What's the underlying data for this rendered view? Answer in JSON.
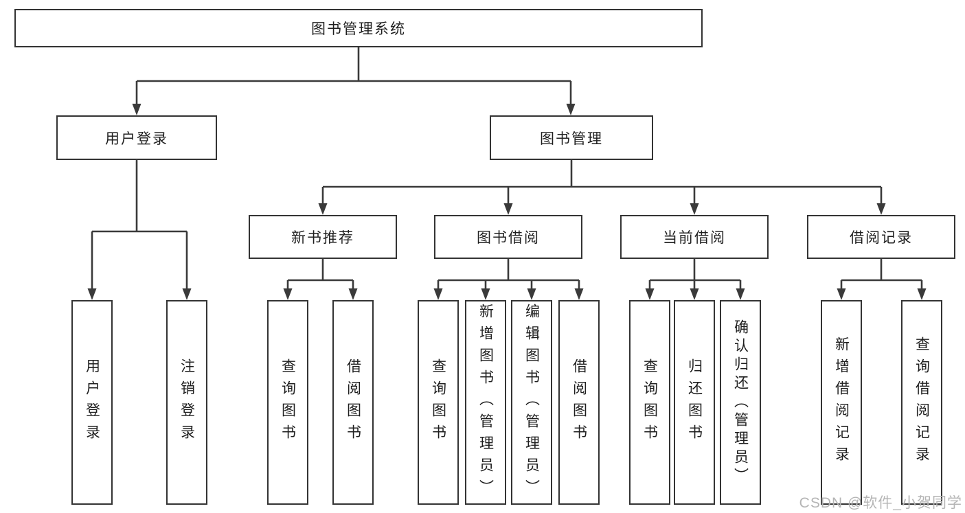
{
  "tree": {
    "label": "图书管理系统",
    "children": [
      {
        "label": "用户登录",
        "children": [
          {
            "label": "用户登录"
          },
          {
            "label": "注销登录"
          }
        ]
      },
      {
        "label": "图书管理",
        "children": [
          {
            "label": "新书推荐",
            "children": [
              {
                "label": "查询图书"
              },
              {
                "label": "借阅图书"
              }
            ]
          },
          {
            "label": "图书借阅",
            "children": [
              {
                "label": "查询图书"
              },
              {
                "label": "新增图书（管理员）"
              },
              {
                "label": "编辑图书（管理员）"
              },
              {
                "label": "借阅图书"
              }
            ]
          },
          {
            "label": "当前借阅",
            "children": [
              {
                "label": "查询图书"
              },
              {
                "label": "归还图书"
              },
              {
                "label": "确认归还（管理员）"
              }
            ]
          },
          {
            "label": "借阅记录",
            "children": [
              {
                "label": "新增借阅记录"
              },
              {
                "label": "查询借阅记录"
              }
            ]
          }
        ]
      }
    ]
  },
  "watermark": {
    "text": "CSDN @软件_小贺同学"
  },
  "colors": {
    "line": "#3a3a3a",
    "border": "#333333",
    "text": "#1f1f1f",
    "watermark": "#b5b5b5",
    "background": "#ffffff"
  }
}
